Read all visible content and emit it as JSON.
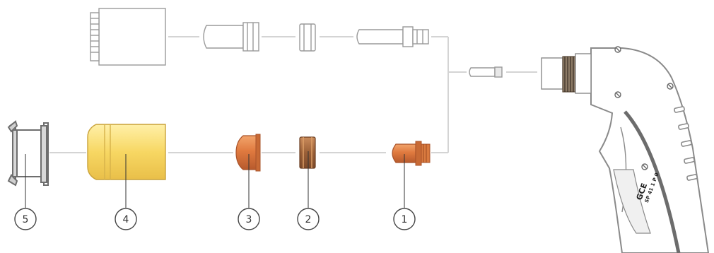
{
  "callouts": [
    {
      "id": "1",
      "label": "1"
    },
    {
      "id": "2",
      "label": "2"
    },
    {
      "id": "3",
      "label": "3"
    },
    {
      "id": "4",
      "label": "4"
    },
    {
      "id": "5",
      "label": "5"
    }
  ],
  "torch": {
    "brand": "GCE",
    "model": "SP 41 1 P 0"
  },
  "colors": {
    "outline": "#9a9a9a",
    "copper": "#d9733b",
    "copper_dark": "#a9532a",
    "yellow": "#f6d565",
    "connector": "#d4d4d4"
  }
}
